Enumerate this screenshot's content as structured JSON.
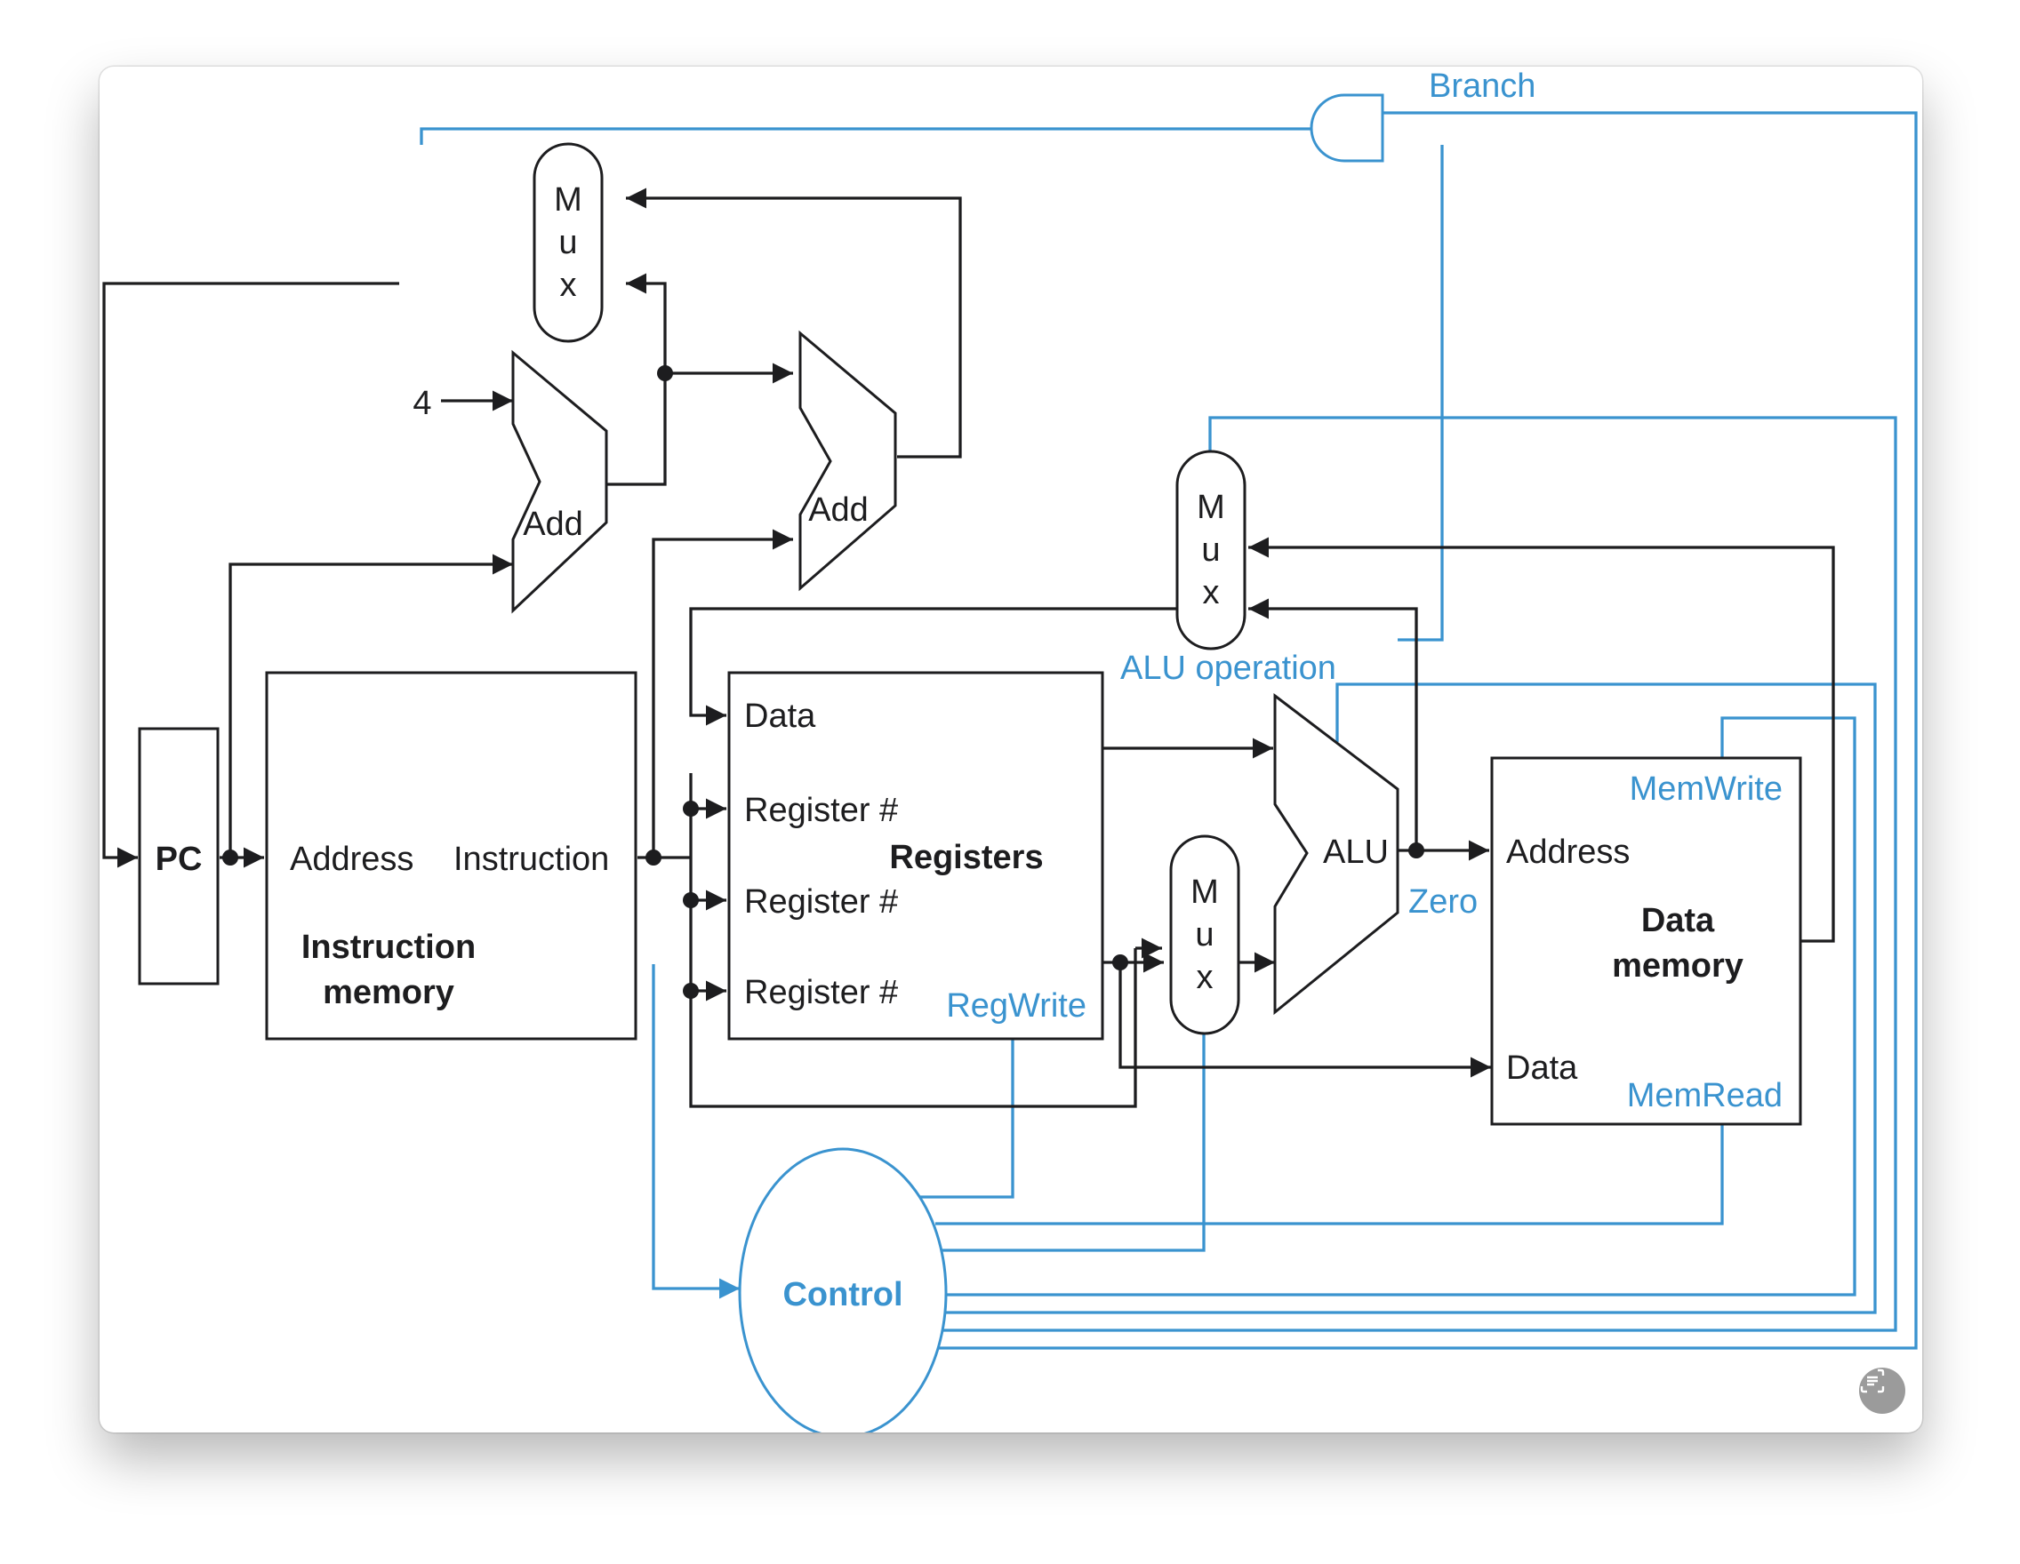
{
  "diagram": {
    "components": {
      "pc": "PC",
      "instruction_memory": {
        "address": "Address",
        "instruction": "Instruction",
        "title_line1": "Instruction",
        "title_line2": "memory"
      },
      "registers": {
        "title": "Registers",
        "data": "Data",
        "register_1": "Register #",
        "register_2": "Register #",
        "register_3": "Register #"
      },
      "data_memory": {
        "address": "Address",
        "data": "Data",
        "title_line1": "Data",
        "title_line2": "memory"
      },
      "alu": "ALU",
      "add_pc": "Add",
      "add_branch": "Add",
      "constant_four": "4",
      "mux_letters": [
        "M",
        "u",
        "x"
      ],
      "control": "Control"
    },
    "control_signals": {
      "branch": "Branch",
      "alu_operation": "ALU operation",
      "zero": "Zero",
      "mem_write": "MemWrite",
      "mem_read": "MemRead",
      "reg_write": "RegWrite"
    }
  },
  "colors": {
    "datapath": "#1d1d1f",
    "control": "#3a93cf",
    "background": "#ffffff"
  },
  "icons": {
    "live_text": "live-text-icon"
  }
}
